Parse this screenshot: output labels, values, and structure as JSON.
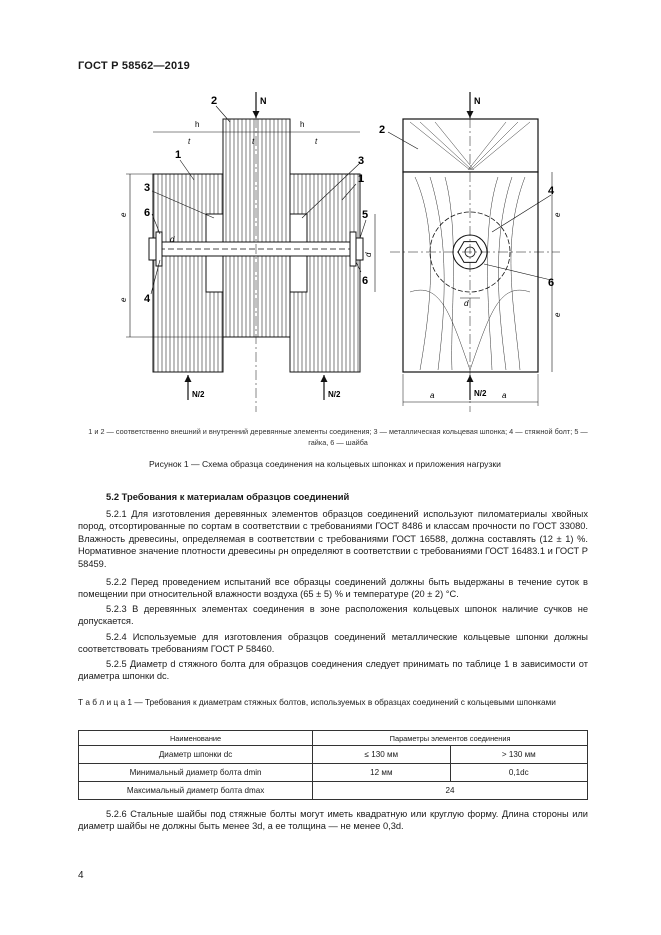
{
  "header": "ГОСТ Р 58562—2019",
  "figure": {
    "left_labels": {
      "n2": "2",
      "n1a": "1",
      "n1b": "1",
      "n3a": "3",
      "n3b": "3",
      "n6a": "6",
      "n6b": "6",
      "n5": "5",
      "n4": "4",
      "N": "N",
      "N2a": "N/2",
      "N2b": "N/2",
      "hc1": "h",
      "hc2": "h",
      "t1a": "t",
      "t2": "t",
      "t1b": "t",
      "e2c_top": "e",
      "e2c_bot": "e",
      "dc": "d",
      "d": "d"
    },
    "right_labels": {
      "n2": "2",
      "n4": "4",
      "n6": "6",
      "N": "N",
      "N2": "N/2",
      "e2c_top": "e",
      "e2c_bot": "e",
      "a4a": "a",
      "a4b": "a",
      "dc": "d"
    }
  },
  "legend": "1 и 2 — соответственно внешний и внутренний деревянные элементы соединения; 3 — металлическая кольцевая шпонка; 4 — стяжной болт; 5 — гайка, 6 — шайба",
  "figure_title": "Рисунок 1 — Схема образца соединения на кольцевых шпонках и приложения нагрузки",
  "section_title": "5.2 Требования к материалам образцов соединений",
  "paragraphs": {
    "p521": "5.2.1 Для изготовления деревянных элементов образцов соединений используют пиломатериалы хвойных пород, отсортированные по сортам в соответствии с требованиями ГОСТ 8486 и классам прочности по ГОСТ 33080. Влажность древесины, определяемая в соответствии с требованиями ГОСТ 16588, должна составлять (12 ± 1) %. Нормативное значение плотности древесины ρн определяют в соответствии с требованиями ГОСТ 16483.1 и ГОСТ Р 58459.",
    "p522": "5.2.2 Перед проведением испытаний все образцы соединений должны быть выдержаны в течение суток в помещении при относительной влажности воздуха (65 ± 5) % и температуре (20 ± 2) °С.",
    "p523": "5.2.3 В деревянных элементах соединения в зоне расположения кольцевых шпонок наличие сучков не допускается.",
    "p524": "5.2.4 Используемые для изготовления образцов соединений металлические кольцевые шпонки должны соответствовать требованиям ГОСТ Р 58460.",
    "p525": "5.2.5 Диаметр d стяжного болта для образцов соединения следует принимать по таблице 1 в зависимости от диаметра шпонки dc.",
    "p526": "5.2.6 Стальные шайбы под стяжные болты могут иметь квадратную или круглую форму. Длина стороны или диаметр шайбы не должны быть менее 3d, а ее толщина — не менее 0,3d."
  },
  "table": {
    "title": "Т а б л и ц а 1 — Требования к диаметрам стяжных болтов, используемых в образцах соединений с кольцевыми шпонками",
    "col_name": "Наименование",
    "col_params": "Параметры элементов соединения",
    "rows": [
      {
        "name": "Диаметр шпонки dc",
        "a": "≤ 130 мм",
        "b": "> 130 мм"
      },
      {
        "name": "Минимальный диаметр болта dmin",
        "a": "12 мм",
        "b": "0,1dc"
      },
      {
        "name": "Максимальный диаметр болта dmax",
        "ab": "24"
      }
    ]
  },
  "page_number": "4"
}
